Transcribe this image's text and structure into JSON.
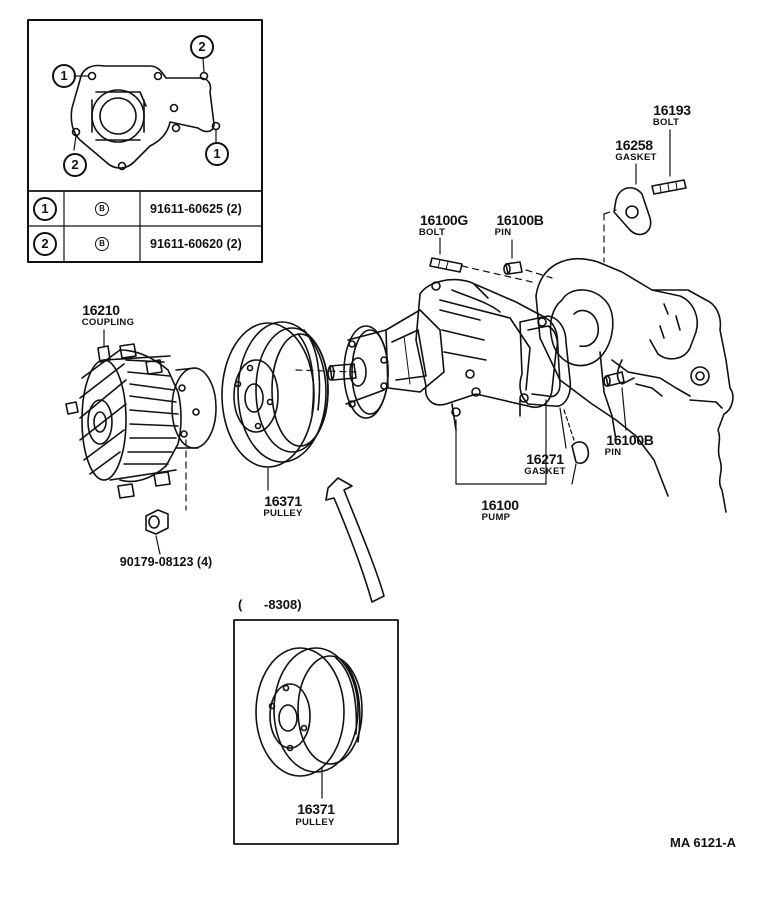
{
  "inset_table": {
    "rows": [
      {
        "key": "1",
        "symbol": "B",
        "part": "91611-60625 (2)"
      },
      {
        "key": "2",
        "symbol": "B",
        "part": "91611-60620 (2)"
      }
    ]
  },
  "inset_callouts": [
    "1",
    "2",
    "2",
    "1"
  ],
  "parts": {
    "bolt_16193": {
      "number": "16193",
      "name": "BOLT"
    },
    "gasket_16258": {
      "number": "16258",
      "name": "GASKET"
    },
    "bolt_16100g": {
      "number": "16100G",
      "name": "BOLT"
    },
    "pin_16100b_top": {
      "number": "16100B",
      "name": "PIN"
    },
    "coupling_16210": {
      "number": "16210",
      "name": "COUPLING"
    },
    "gasket_16271": {
      "number": "16271",
      "name": "GASKET"
    },
    "pin_16100b_right": {
      "number": "16100B",
      "name": "PIN"
    },
    "pump_16100": {
      "number": "16100",
      "name": "PUMP"
    },
    "pulley_16371": {
      "number": "16371",
      "name": "PULLEY"
    },
    "nut_90179": {
      "number": "90179-08123 (4)"
    },
    "pulley_16371_alt": {
      "number": "16371",
      "name": "PULLEY"
    }
  },
  "variant_box": {
    "range_label": "(      -8308)"
  },
  "diagram_code": "MA 6121-A"
}
